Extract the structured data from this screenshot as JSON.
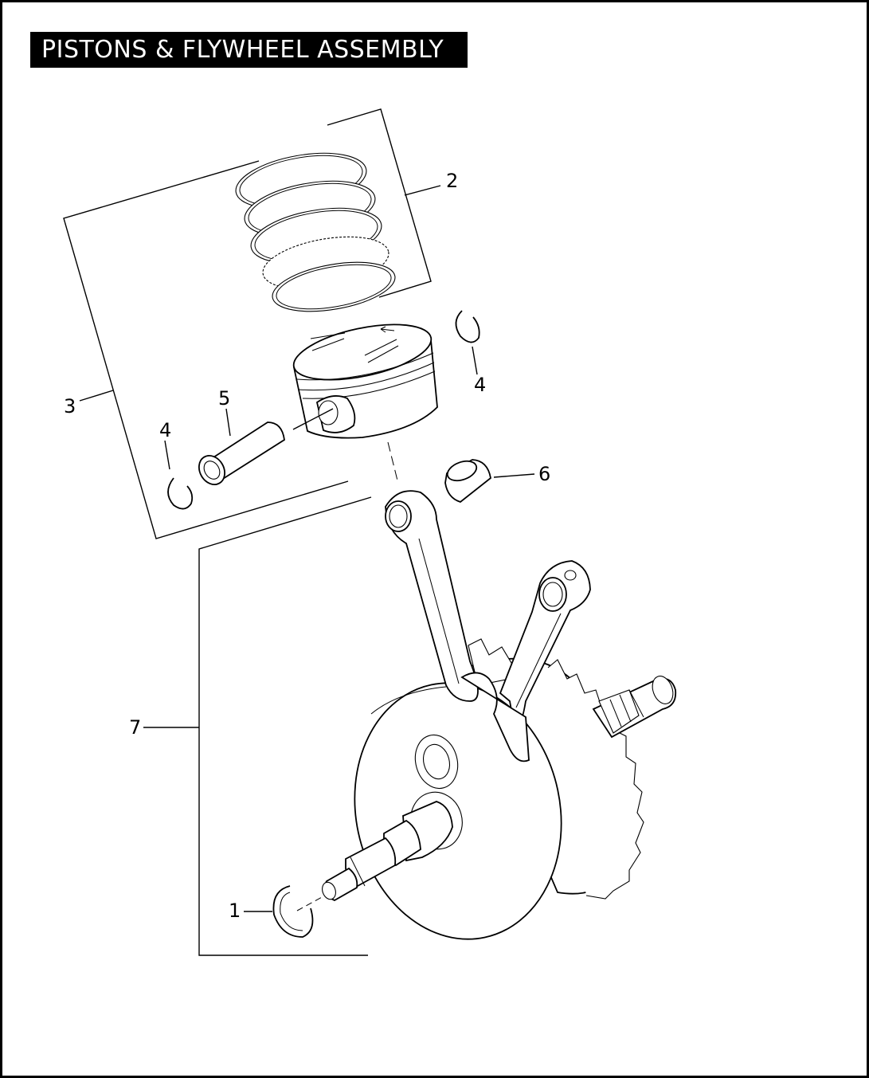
{
  "title": "PISTONS & FLYWHEEL ASSEMBLY",
  "callouts": {
    "c1": "1",
    "c2": "2",
    "c3": "3",
    "c4a": "4",
    "c4b": "4",
    "c5": "5",
    "c6": "6",
    "c7": "7"
  },
  "colors": {
    "ink": "#000000",
    "paper": "#ffffff"
  }
}
